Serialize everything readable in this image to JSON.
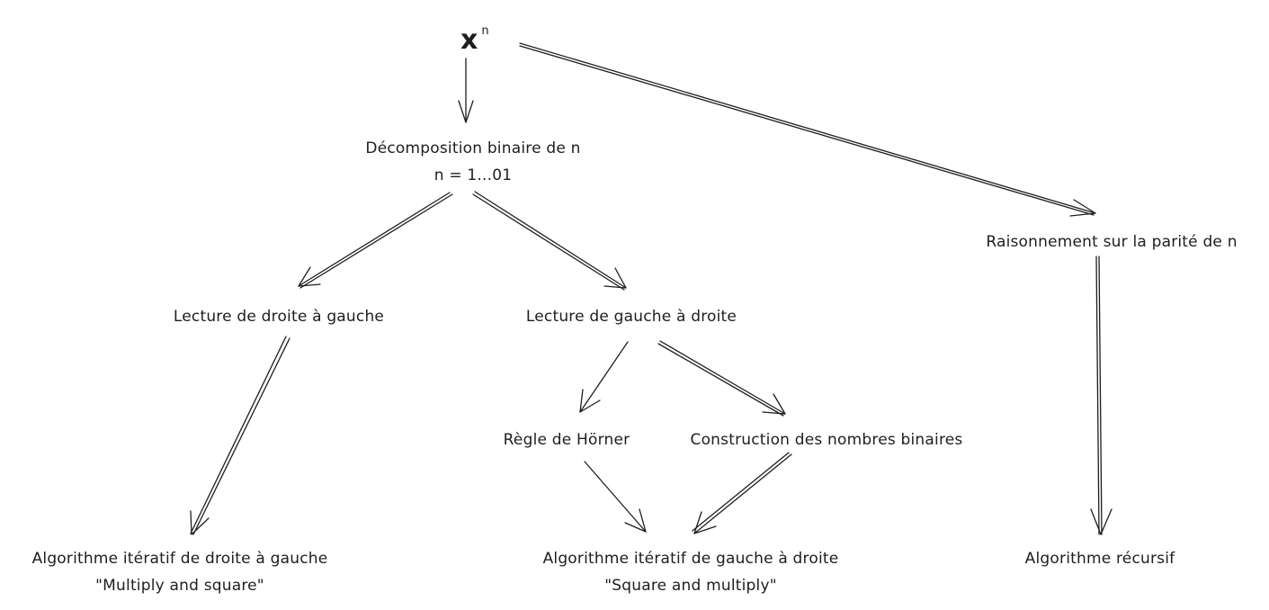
{
  "root": {
    "base": "x",
    "exponent": "n"
  },
  "nodes": {
    "decomposition": {
      "line1": "Décomposition binaire de n",
      "line2": "n = 1...01"
    },
    "parite": {
      "line1": "Raisonnement sur la parité de n"
    },
    "droite_gauche": {
      "line1": "Lecture de droite à gauche"
    },
    "gauche_droite": {
      "line1": "Lecture de gauche à droite"
    },
    "horner": {
      "line1": "Règle de Hörner"
    },
    "construction": {
      "line1": "Construction des nombres binaires"
    },
    "algo_dg": {
      "line1": "Algorithme itératif de droite à gauche",
      "line2": "\"Multiply and square\""
    },
    "algo_gd": {
      "line1": "Algorithme itératif de gauche à droite",
      "line2": "\"Square and multiply\""
    },
    "algo_rec": {
      "line1": "Algorithme récursif"
    }
  },
  "colors": {
    "stroke": "#1e1e1e",
    "background": "#ffffff"
  }
}
